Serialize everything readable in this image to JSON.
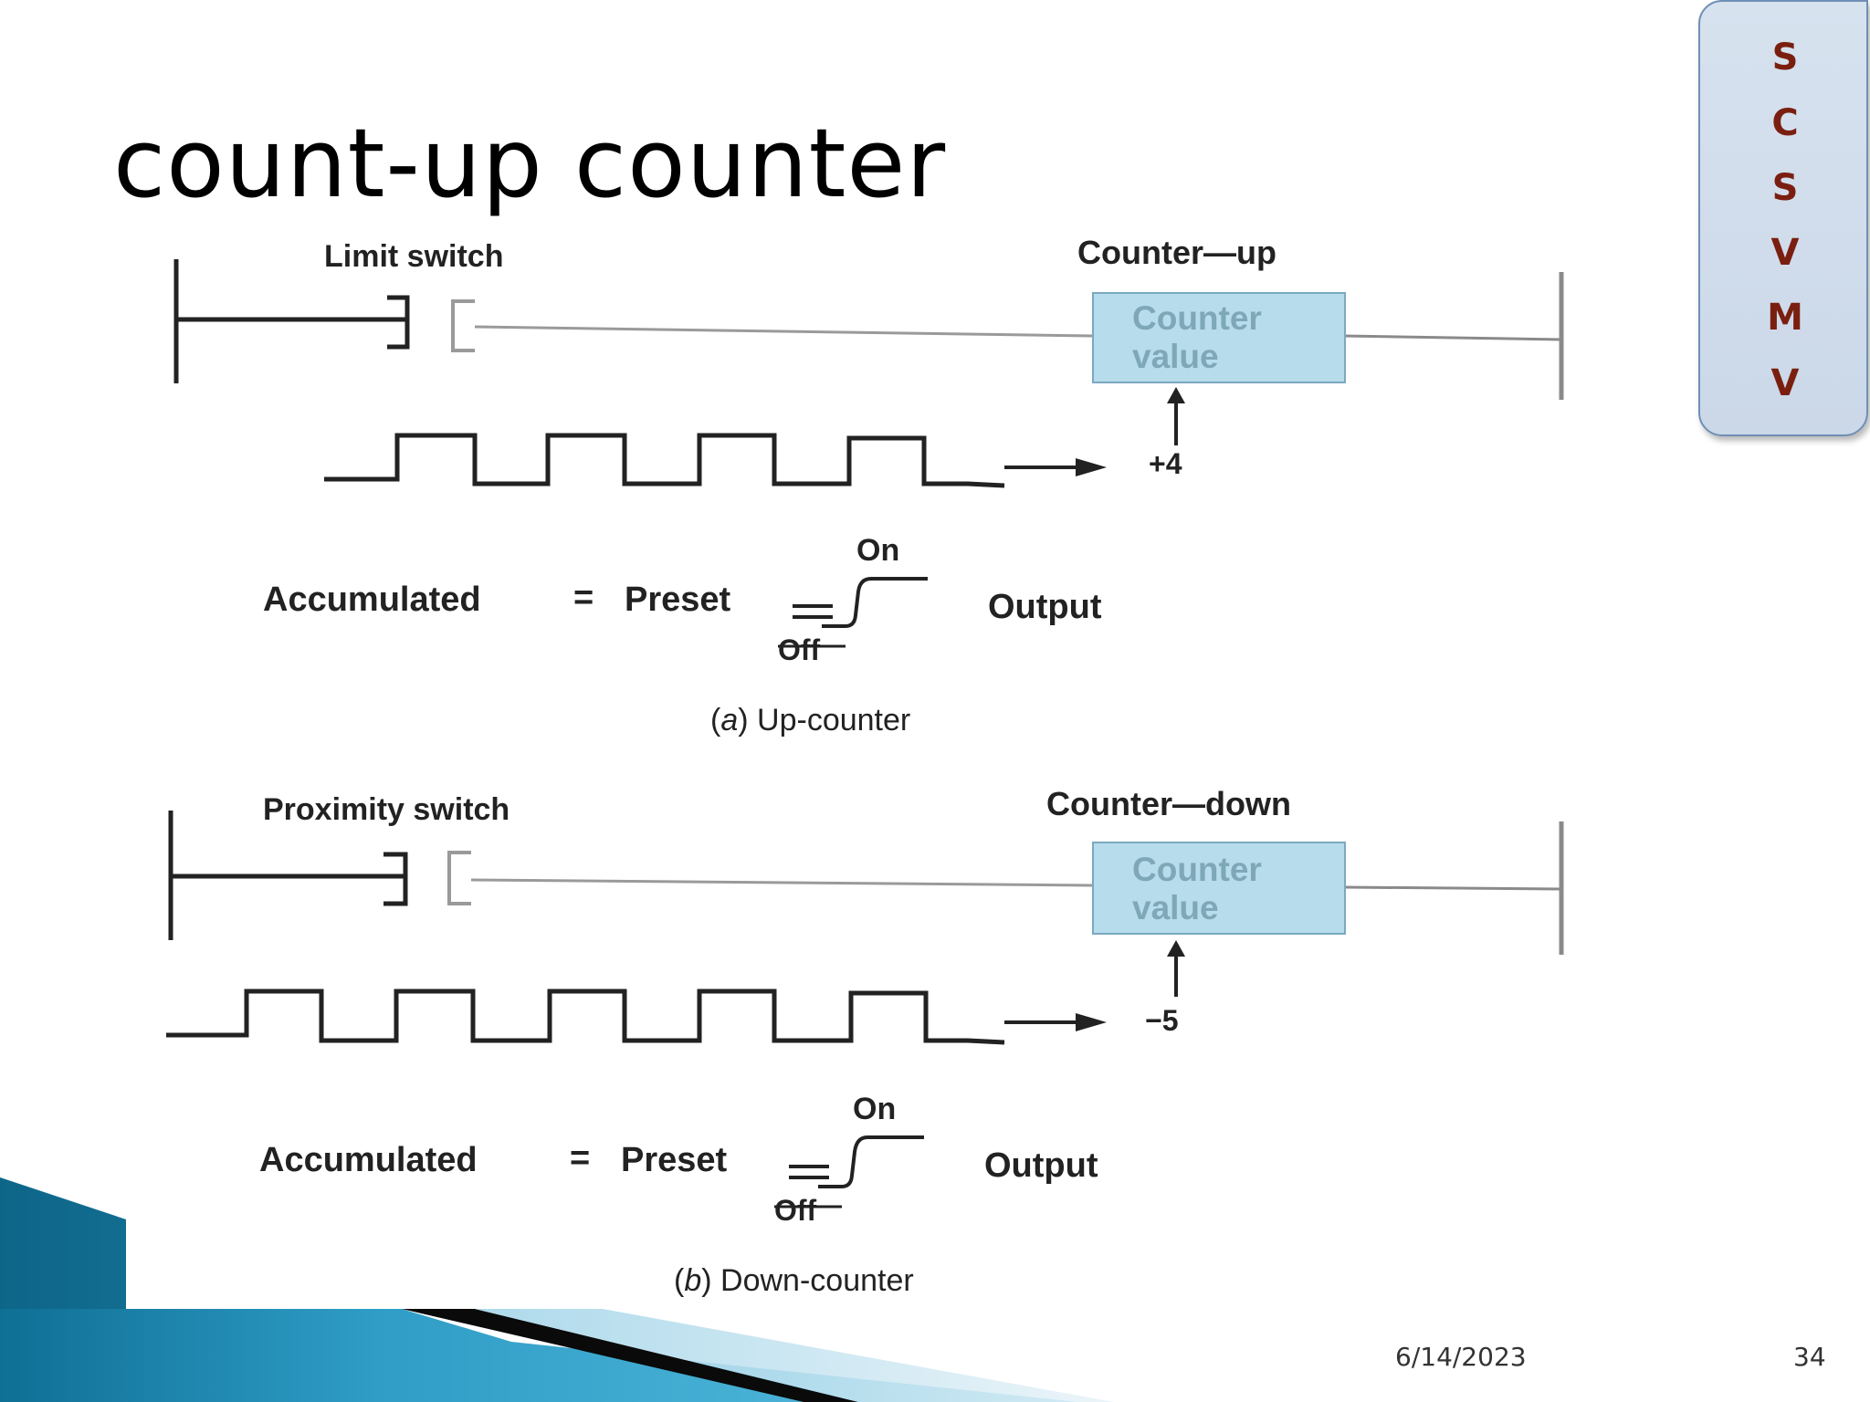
{
  "slide": {
    "title": "count-up counter",
    "side_badge_letters": [
      "S",
      "C",
      "S",
      "V",
      "M",
      "V"
    ],
    "footer": {
      "date": "6/14/2023",
      "page_number": "34"
    }
  },
  "figure": {
    "up": {
      "input_label": "Limit switch",
      "counter_label": "Counter—up",
      "box_line1": "Counter",
      "box_line2": "value",
      "count_label": "+4",
      "accumulated_label": "Accumulated",
      "equals": "=",
      "preset_label": "Preset",
      "on_label": "On",
      "off_label": "Off",
      "output_label": "Output",
      "caption_letter": "a",
      "caption_text": "Up-counter"
    },
    "down": {
      "input_label": "Proximity switch",
      "counter_label": "Counter—down",
      "box_line1": "Counter",
      "box_line2": "value",
      "count_label": "−5",
      "accumulated_label": "Accumulated",
      "equals": "=",
      "preset_label": "Preset",
      "on_label": "On",
      "off_label": "Off",
      "output_label": "Output",
      "caption_letter": "b",
      "caption_text": "Down-counter"
    }
  },
  "colors": {
    "badge_letters": "#7a1f10",
    "counter_box": "#b7dceb",
    "corner_accent": "#1f8fb8"
  }
}
